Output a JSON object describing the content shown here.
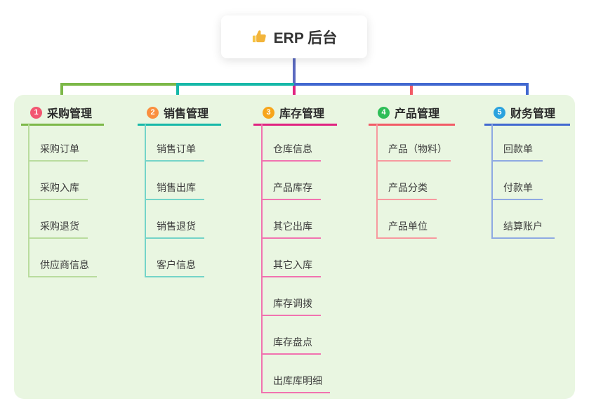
{
  "root": {
    "label": "ERP 后台",
    "icon": "thumbs-up-icon"
  },
  "colors": {
    "panel_bg": "#e9f6e1",
    "root_line": "#5b6ac0",
    "purchase": "#7cb848",
    "purchase_light": "#b9dc9e",
    "purchase_badge": "#f25670",
    "sales": "#16b8a8",
    "sales_light": "#74d4c8",
    "sales_badge": "#fa8f3f",
    "inventory": "#e02380",
    "inventory_light": "#f173b0",
    "inventory_badge": "#f7a51b",
    "product": "#f25b66",
    "product_light": "#f7999f",
    "product_badge": "#2fbe58",
    "finance": "#4168d0",
    "finance_light": "#8ea9e2",
    "finance_badge": "#2aa2de"
  },
  "branches": [
    {
      "index": "1",
      "title": "采购管理",
      "children": [
        "采购订单",
        "采购入库",
        "采购退货",
        "供应商信息"
      ]
    },
    {
      "index": "2",
      "title": "销售管理",
      "children": [
        "销售订单",
        "销售出库",
        "销售退货",
        "客户信息"
      ]
    },
    {
      "index": "3",
      "title": "库存管理",
      "children": [
        "仓库信息",
        "产品库存",
        "其它出库",
        "其它入库",
        "库存调拨",
        "库存盘点",
        "出库库明细"
      ]
    },
    {
      "index": "4",
      "title": "产品管理",
      "children": [
        "产品（物料）",
        "产品分类",
        "产品单位"
      ]
    },
    {
      "index": "5",
      "title": "财务管理",
      "children": [
        "回款单",
        "付款单",
        "结算账户"
      ]
    }
  ]
}
